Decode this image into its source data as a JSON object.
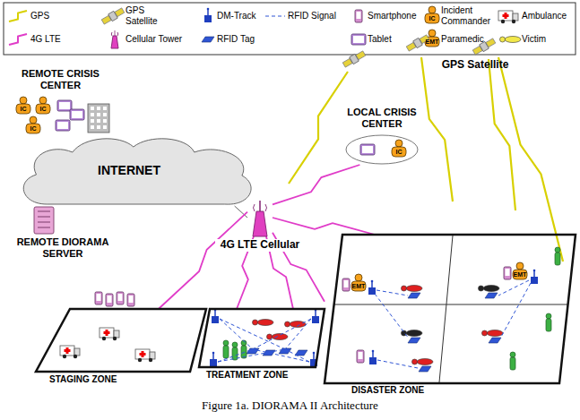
{
  "diagram": {
    "caption": "Figure 1a. DIORAMA II Architecture",
    "nodes": [
      {
        "text": [
          "INTERNET"
        ]
      },
      {
        "text": [
          "4G LTE Cellular"
        ]
      },
      {
        "text": [
          "LOCAL CRISIS CENTER",
          "IC"
        ]
      },
      {
        "text": [
          "STAGING ZONE"
        ]
      },
      {
        "text": [
          "TREATMENT ZONE"
        ]
      },
      {
        "text": [
          "DISASTER ZONE"
        ]
      }
    ],
    "edges": [
      {
        "from": 0,
        "to": 1,
        "arrow": "none"
      },
      {
        "from": 1,
        "to": 2,
        "arrow": "none"
      },
      {
        "from": 1,
        "to": 3,
        "arrow": "none"
      },
      {
        "from": 1,
        "to": 4,
        "arrow": "none"
      },
      {
        "from": 1,
        "to": 4,
        "arrow": "none"
      },
      {
        "from": 1,
        "to": 5,
        "arrow": "none"
      },
      {
        "from": 1,
        "to": 5,
        "arrow": "none"
      }
    ],
    "labels": [
      "IC",
      "EMT",
      "REMOTE CRISIS CENTER",
      "IC",
      "IC",
      "IC",
      "GPS Satellite",
      "REMOTE DIORAMA SERVER",
      "EMT",
      "EMT"
    ],
    "legend": [
      {
        "text": "GPS"
      },
      {
        "text": "GPS Satellite"
      },
      {
        "text": "DM-Track"
      },
      {
        "text": "RFID Signal"
      },
      {
        "text": "Smartphone"
      },
      {
        "text": "Incident Commander"
      },
      {
        "text": "Ambulance"
      },
      {
        "text": "4G LTE"
      },
      {
        "text": "Cellular Tower"
      },
      {
        "text": "RFID Tag"
      },
      {
        "text": "Tablet"
      },
      {
        "text": "Paramedic"
      },
      {
        "text": "Victim"
      }
    ]
  }
}
